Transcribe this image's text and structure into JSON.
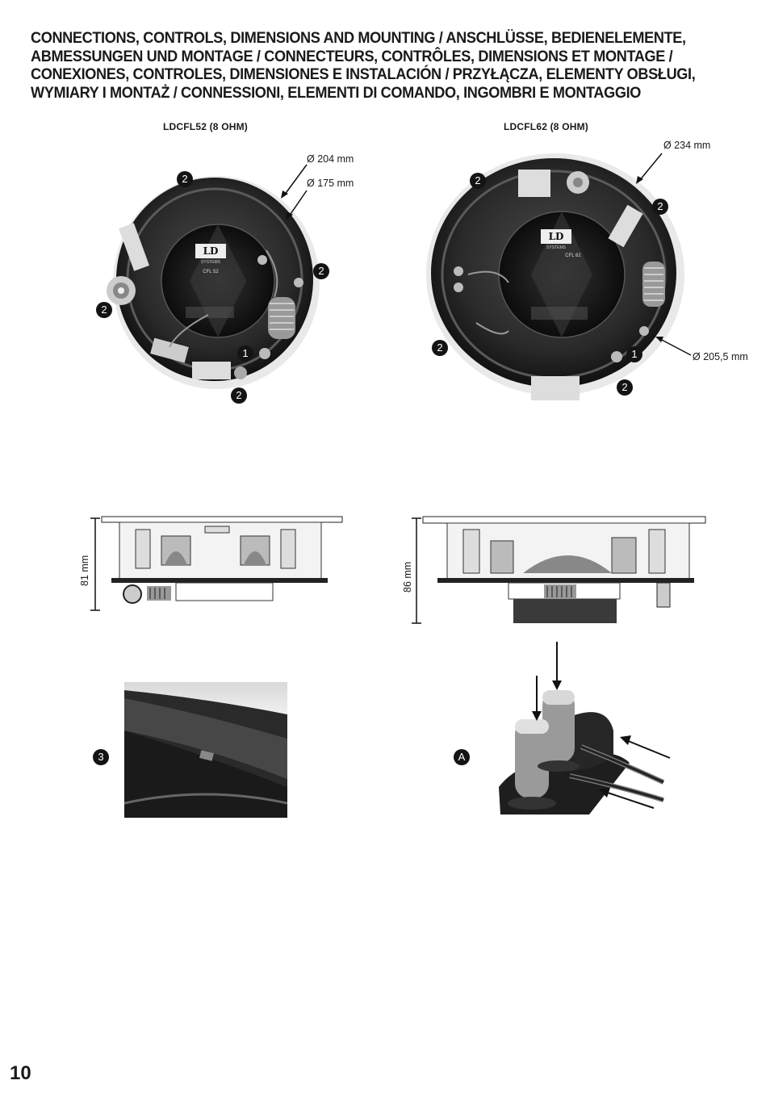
{
  "title_lines": [
    "CONNECTIONS, CONTROLS, DIMENSIONS AND MOUNTING / ANSCHLÜSSE, BEDIENELEMENTE,",
    "ABMESSUNGEN UND MONTAGE / CONNECTEURS, CONTRÔLES, DIMENSIONS ET MONTAGE /",
    "CONEXIONES, CONTROLES, DIMENSIONES E INSTALACIÓN / PRZYŁĄCZA, ELEMENTY OBSŁUGI,",
    "WYMIARY I MONTAŻ / CONNESSIONI, ELEMENTI DI COMANDO, INGOMBRI E MONTAGGIO"
  ],
  "left_model": {
    "name": "LDCFL52 (8 OHM)",
    "outer_diameter": "Ø 204 mm",
    "inner_diameter": "Ø 175 mm",
    "depth": "81 mm",
    "badge_brand": "LD",
    "badge_sub": "SYSTEMS",
    "model_mark": "CFL 52"
  },
  "right_model": {
    "name": "LDCFL62 (8 OHM)",
    "outer_diameter": "Ø 234 mm",
    "cutout_diameter": "Ø 205,5 mm",
    "depth": "86 mm",
    "badge_brand": "LD",
    "badge_sub": "SYSTEMS",
    "model_mark": "CFL 62"
  },
  "callouts": {
    "one": "1",
    "two": "2",
    "three": "3",
    "a": "A"
  },
  "page_number": "10"
}
